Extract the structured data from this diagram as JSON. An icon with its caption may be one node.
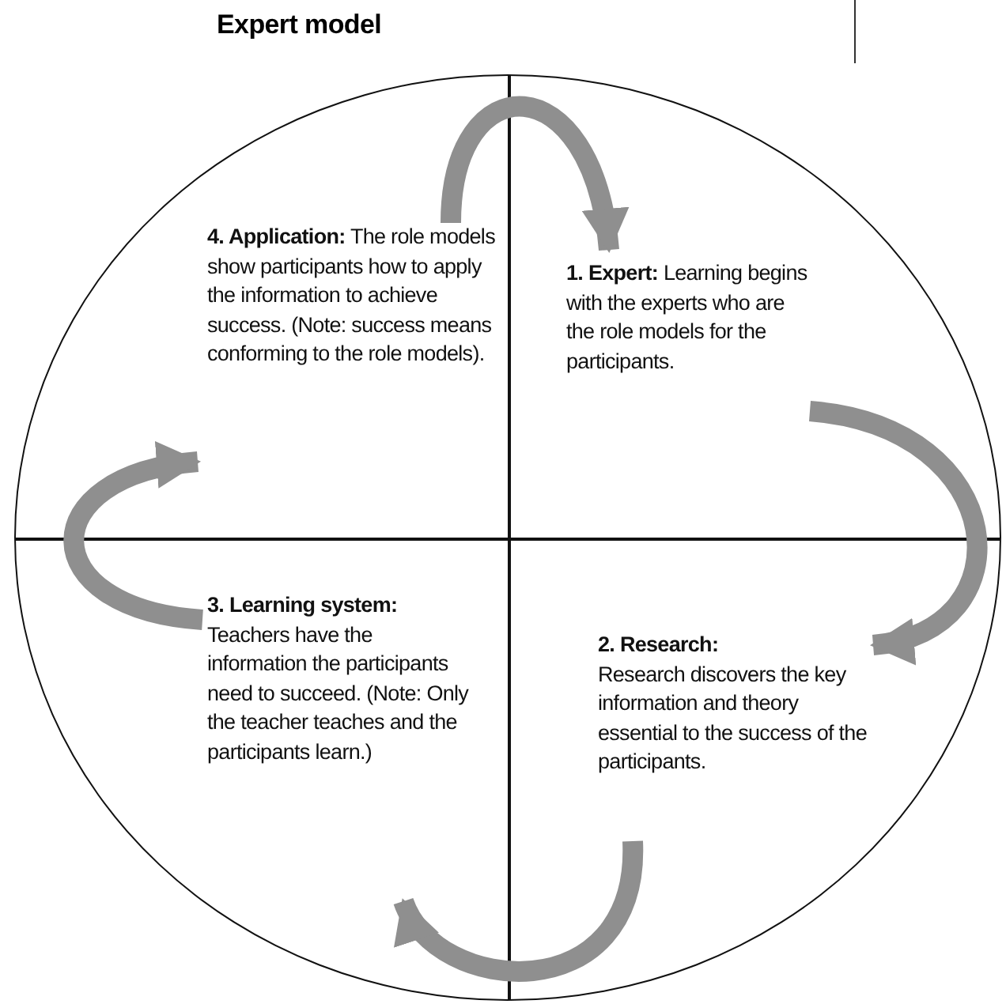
{
  "diagram": {
    "title": "Expert model",
    "nodes": [
      {
        "text": [],
        "shape": "circle"
      },
      {
        "text": [
          "4. Application:",
          "The role models show participants how to apply the information to achieve success. (Note: success means conforming to the role models)."
        ],
        "in": 0
      },
      {
        "text": [
          "1. Expert:",
          "Learning begins with the experts who are the role models for the participants."
        ],
        "in": 0
      },
      {
        "text": [
          "3. Learning system:",
          "Teachers have the information the participants need to succeed. (Note: Only the teacher teaches and the participants learn.)"
        ],
        "in": 0
      },
      {
        "text": [
          "2. Research:",
          "Research discovers the key information and theory essential to the success of the participants."
        ],
        "in": 0
      }
    ],
    "edges": [
      {
        "from": 2,
        "to": 4,
        "arrow": "to"
      },
      {
        "from": 4,
        "to": 3,
        "arrow": "to"
      },
      {
        "from": 3,
        "to": 1,
        "arrow": "to"
      },
      {
        "from": 1,
        "to": 2,
        "arrow": "to"
      }
    ]
  }
}
